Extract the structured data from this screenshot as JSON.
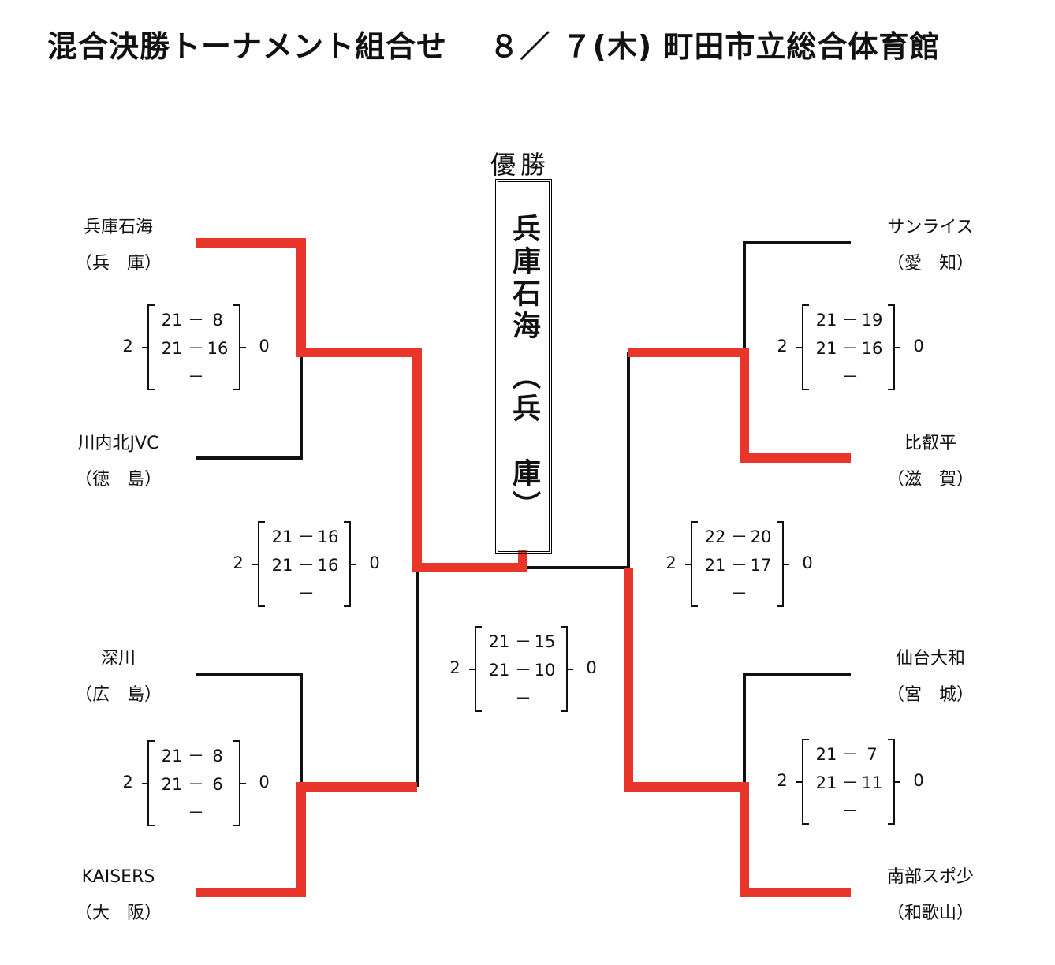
{
  "title": "混合決勝トーナメント組合せ　 ８／ ７(木) 町田市立総合体育館",
  "champion": {
    "label": "優勝",
    "name": "兵庫石海　（兵　庫）"
  },
  "colors": {
    "winner_line": "#e8372a",
    "line": "#111111"
  },
  "teams_left": [
    {
      "name": "兵庫石海",
      "pref": "（兵　庫）"
    },
    {
      "name": "川内北JVC",
      "pref": "（徳　島）"
    },
    {
      "name": "深川",
      "pref": "（広　島）"
    },
    {
      "name": "KAISERS",
      "pref": "（大　阪）"
    }
  ],
  "teams_right": [
    {
      "name": "サンライス",
      "pref": "（愛　知）"
    },
    {
      "name": "比叡平",
      "pref": "（滋　賀）"
    },
    {
      "name": "仙台大和",
      "pref": "（宮　城）"
    },
    {
      "name": "南部スポ少",
      "pref": "（和歌山）"
    }
  ],
  "matches": [
    {
      "id": "left-r1-top",
      "games_left": "2",
      "games_right": "0",
      "sets": [
        [
          "21",
          "8"
        ],
        [
          "21",
          "16"
        ],
        [
          "",
          ""
        ]
      ]
    },
    {
      "id": "left-r1-bottom",
      "games_left": "2",
      "games_right": "0",
      "sets": [
        [
          "21",
          "8"
        ],
        [
          "21",
          "6"
        ],
        [
          "",
          ""
        ]
      ]
    },
    {
      "id": "left-semi",
      "games_left": "2",
      "games_right": "0",
      "sets": [
        [
          "21",
          "16"
        ],
        [
          "21",
          "16"
        ],
        [
          "",
          ""
        ]
      ]
    },
    {
      "id": "final",
      "games_left": "2",
      "games_right": "0",
      "sets": [
        [
          "21",
          "15"
        ],
        [
          "21",
          "10"
        ],
        [
          "",
          ""
        ]
      ]
    },
    {
      "id": "right-semi",
      "games_left": "2",
      "games_right": "0",
      "sets": [
        [
          "22",
          "20"
        ],
        [
          "21",
          "17"
        ],
        [
          "",
          ""
        ]
      ]
    },
    {
      "id": "right-r1-top",
      "games_left": "2",
      "games_right": "0",
      "sets": [
        [
          "21",
          "19"
        ],
        [
          "21",
          "16"
        ],
        [
          "",
          ""
        ]
      ]
    },
    {
      "id": "right-r1-bottom",
      "games_left": "2",
      "games_right": "0",
      "sets": [
        [
          "21",
          "7"
        ],
        [
          "21",
          "11"
        ],
        [
          "",
          ""
        ]
      ]
    }
  ],
  "dash": "－"
}
